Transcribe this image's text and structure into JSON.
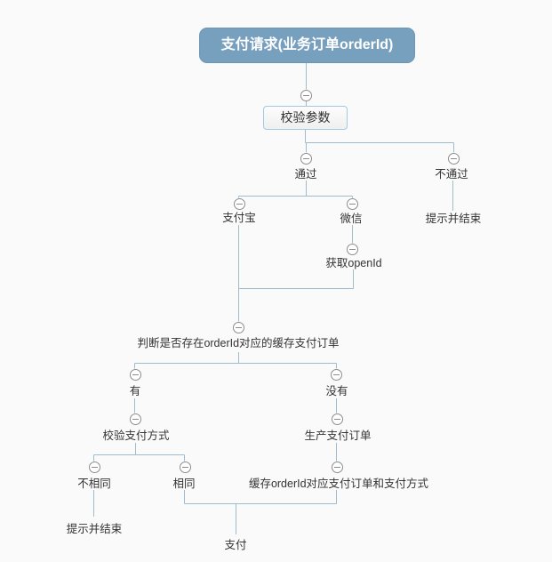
{
  "diagram": {
    "nodes": {
      "root": "支付请求(业务订单orderId)",
      "validate_params": "校验参数",
      "pass": "通过",
      "fail": "不通过",
      "fail_end": "提示并结束",
      "alipay": "支付宝",
      "wechat": "微信",
      "get_openid": "获取openId",
      "check_cached_order": "判断是否存在orderId对应的缓存支付订单",
      "has_cache": "有",
      "no_cache": "没有",
      "verify_pay_method": "校验支付方式",
      "create_pay_order": "生产支付订单",
      "not_same": "不相同",
      "same": "相同",
      "cache_pay_order": "缓存orderId对应支付订单和支付方式",
      "not_same_end": "提示并结束",
      "pay": "支付"
    },
    "icons": {
      "collapse": "minus-circle"
    },
    "colors": {
      "root_bg": "#779fbe",
      "root_text": "#ffffff",
      "box_bg": "#f5f5f5",
      "box_border": "#a8c8de",
      "connector_line": "#9fbccd",
      "collapse_icon": "#8c8c8c",
      "label_text": "#333333",
      "canvas_bg": "#fafafa"
    }
  }
}
